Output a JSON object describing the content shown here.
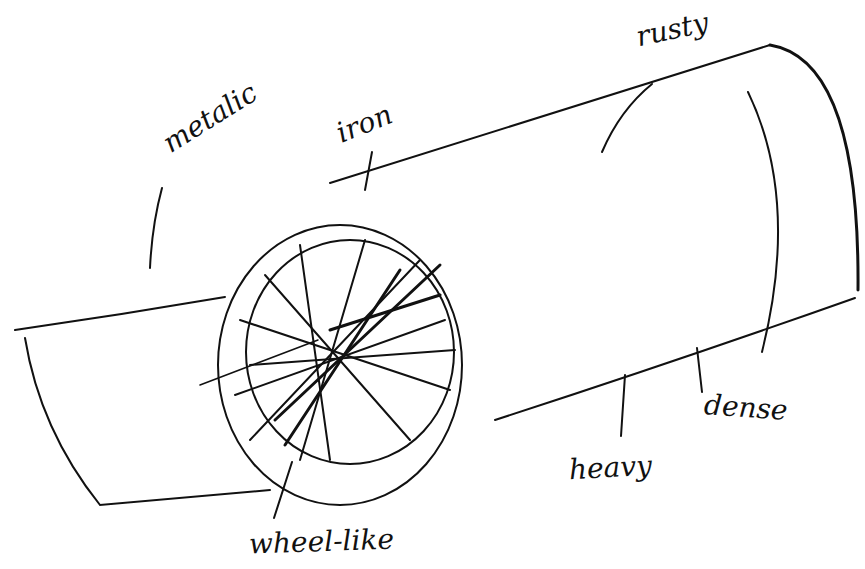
{
  "diagram": {
    "labels": [
      "metalic",
      "iron",
      "rusty",
      "wheel-like",
      "heavy",
      "dense"
    ]
  }
}
